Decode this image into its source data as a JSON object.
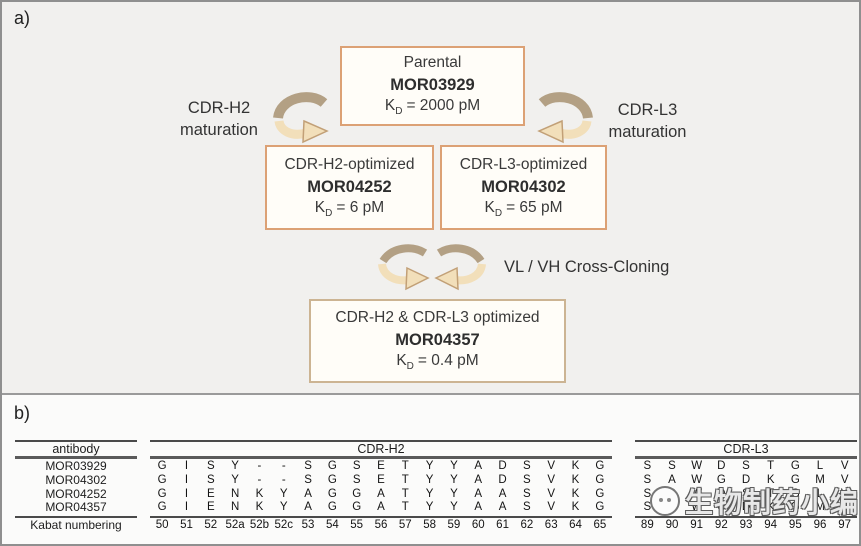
{
  "panel_a": {
    "label": "a)",
    "boxes": {
      "parental": {
        "title": "Parental",
        "code": "MOR03929",
        "kd_prefix": "K",
        "kd_sub": "D",
        "kd_value": "= 2000 pM"
      },
      "h2": {
        "title": "CDR-H2-optimized",
        "code": "MOR04252",
        "kd_prefix": "K",
        "kd_sub": "D",
        "kd_value": "= 6 pM"
      },
      "l3": {
        "title": "CDR-L3-optimized",
        "code": "MOR04302",
        "kd_prefix": "K",
        "kd_sub": "D",
        "kd_value": "= 65 pM"
      },
      "combined": {
        "title": "CDR-H2 & CDR-L3 optimized",
        "code": "MOR04357",
        "kd_prefix": "K",
        "kd_sub": "D",
        "kd_value": "= 0.4 pM"
      }
    },
    "labels": {
      "h2_maturation": "CDR-H2\nmaturation",
      "l3_maturation": "CDR-L3\nmaturation",
      "cross_cloning": "VL / VH Cross-Cloning"
    },
    "icons": {
      "left_arrow": "curved-maturation-arrow",
      "right_arrow": "curved-maturation-arrow",
      "cross_arrows": "circular-exchange-arrows"
    }
  },
  "panel_b": {
    "label": "b)",
    "table": {
      "antibody_header": "antibody",
      "cdrh2_header": "CDR-H2",
      "cdrl3_header": "CDR-L3",
      "kabat_label": "Kabat numbering",
      "kabat_h2": [
        "50",
        "51",
        "52",
        "52a",
        "52b",
        "52c",
        "53",
        "54",
        "55",
        "56",
        "57",
        "58",
        "59",
        "60",
        "61",
        "62",
        "63",
        "64",
        "65"
      ],
      "kabat_l3": [
        "89",
        "90",
        "91",
        "92",
        "93",
        "94",
        "95",
        "96",
        "97"
      ],
      "rows": [
        {
          "antibody": "MOR03929",
          "h2": [
            "G",
            "I",
            "S",
            "Y",
            "-",
            "-",
            "S",
            "G",
            "S",
            "E",
            "T",
            "Y",
            "Y",
            "A",
            "D",
            "S",
            "V",
            "K",
            "G"
          ],
          "l3": [
            "S",
            "S",
            "W",
            "D",
            "S",
            "T",
            "G",
            "L",
            "V"
          ]
        },
        {
          "antibody": "MOR04302",
          "h2": [
            "G",
            "I",
            "S",
            "Y",
            "-",
            "-",
            "S",
            "G",
            "S",
            "E",
            "T",
            "Y",
            "Y",
            "A",
            "D",
            "S",
            "V",
            "K",
            "G"
          ],
          "l3": [
            "S",
            "A",
            "W",
            "G",
            "D",
            "K",
            "G",
            "M",
            "V"
          ]
        },
        {
          "antibody": "MOR04252",
          "h2": [
            "G",
            "I",
            "E",
            "N",
            "K",
            "Y",
            "A",
            "G",
            "G",
            "A",
            "T",
            "Y",
            "Y",
            "A",
            "A",
            "S",
            "V",
            "K",
            "G"
          ],
          "l3": [
            "S",
            "S",
            "W",
            "D",
            "S",
            "T",
            "G",
            "L",
            "V"
          ]
        },
        {
          "antibody": "MOR04357",
          "h2": [
            "G",
            "I",
            "E",
            "N",
            "K",
            "Y",
            "A",
            "G",
            "G",
            "A",
            "T",
            "Y",
            "Y",
            "A",
            "A",
            "S",
            "V",
            "K",
            "G"
          ],
          "l3": [
            "S",
            "A",
            "W",
            "G",
            "D",
            "K",
            "G",
            "M",
            "V"
          ]
        }
      ]
    }
  },
  "watermark": {
    "text": "生物制药小编"
  },
  "colors": {
    "box_border": "#dca175",
    "combined_box_border": "#ccb493",
    "arrow_dark": "#b3a084",
    "arrow_light": "#f2dfba",
    "arrow_outline": "#c2a077",
    "panel_a_bg": "#f1f0ee",
    "panel_b_bg": "#fbfbfa",
    "rule": "#4a4a4a",
    "frame_border": "#8f8f8f"
  }
}
